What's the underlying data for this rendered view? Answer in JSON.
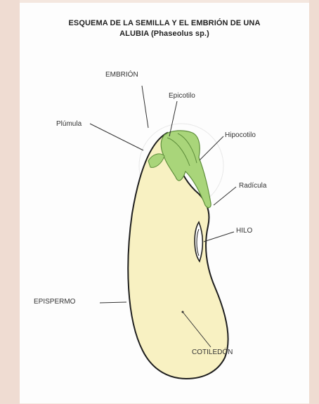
{
  "title": {
    "line1": "ESQUEMA DE LA SEMILLA Y EL EMBRIÓN DE UNA",
    "line2": "ALUBIA (Phaseolus sp.)"
  },
  "labels": {
    "embrion": "EMBRIÓN",
    "epicotilo": "Epicotilo",
    "plumula": "Plúmula",
    "hipocotilo": "Hipocotilo",
    "radicula": "Radícula",
    "hilo": "HILO",
    "epispermo": "EPISPERMO",
    "cotiledon": "COTILEDÓN"
  },
  "colors": {
    "background": "#f4e7df",
    "panel": "#fdfdfd",
    "cotyledon": "#f8f1c2",
    "embryo": "#a9d57a",
    "outline": "#1e1e1e"
  }
}
